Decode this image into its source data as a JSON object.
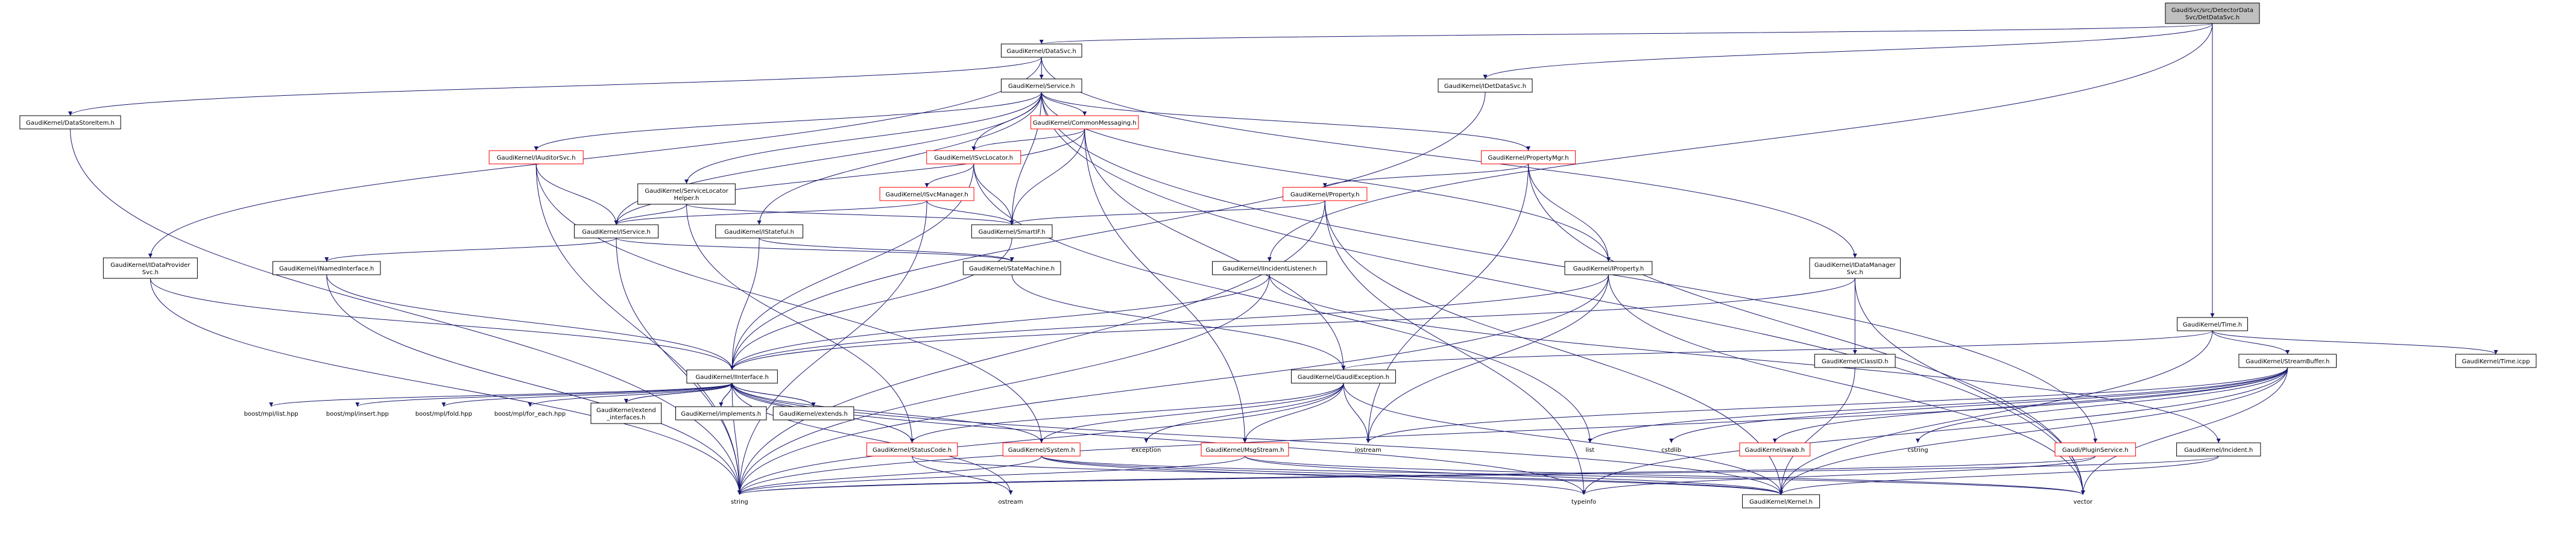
{
  "colors": {
    "edge": "#191970",
    "root_fill": "#bfbfbf",
    "missing_border": "#ff0000"
  },
  "nodes": [
    {
      "id": "root",
      "lines": [
        "GaudiSvc/src/DetectorData",
        "Svc/DetDataSvc.h"
      ],
      "style": "root"
    },
    {
      "id": "datasvc",
      "lines": [
        "GaudiKernel/DataSvc.h"
      ],
      "style": "normal"
    },
    {
      "id": "idetdatasvc",
      "lines": [
        "GaudiKernel/IDetDataSvc.h"
      ],
      "style": "normal"
    },
    {
      "id": "time",
      "lines": [
        "GaudiKernel/Time.h"
      ],
      "style": "normal"
    },
    {
      "id": "datastoreitem",
      "lines": [
        "GaudiKernel/DataStoreItem.h"
      ],
      "style": "normal"
    },
    {
      "id": "service",
      "lines": [
        "GaudiKernel/Service.h"
      ],
      "style": "normal"
    },
    {
      "id": "commonmsg",
      "lines": [
        "GaudiKernel/CommonMessaging.h"
      ],
      "style": "red"
    },
    {
      "id": "isvclocator",
      "lines": [
        "GaudiKernel/ISvcLocator.h"
      ],
      "style": "red"
    },
    {
      "id": "propertymgr",
      "lines": [
        "GaudiKernel/PropertyMgr.h"
      ],
      "style": "red"
    },
    {
      "id": "iauditorsvc",
      "lines": [
        "GaudiKernel/IAuditorSvc.h"
      ],
      "style": "red"
    },
    {
      "id": "svclocatorhelper",
      "lines": [
        "GaudiKernel/ServiceLocator",
        "Helper.h"
      ],
      "style": "normal"
    },
    {
      "id": "isvcmanager",
      "lines": [
        "GaudiKernel/ISvcManager.h"
      ],
      "style": "red"
    },
    {
      "id": "property",
      "lines": [
        "GaudiKernel/Property.h"
      ],
      "style": "red"
    },
    {
      "id": "smartif",
      "lines": [
        "GaudiKernel/SmartIF.h"
      ],
      "style": "normal"
    },
    {
      "id": "iservice",
      "lines": [
        "GaudiKernel/IService.h"
      ],
      "style": "normal"
    },
    {
      "id": "istateful",
      "lines": [
        "GaudiKernel/IStateful.h"
      ],
      "style": "normal"
    },
    {
      "id": "idataprovider",
      "lines": [
        "GaudiKernel/IDataProvider",
        "Svc.h"
      ],
      "style": "normal"
    },
    {
      "id": "inamedinterface",
      "lines": [
        "GaudiKernel/INamedInterface.h"
      ],
      "style": "normal"
    },
    {
      "id": "statemachine",
      "lines": [
        "GaudiKernel/StateMachine.h"
      ],
      "style": "normal"
    },
    {
      "id": "iincidentlistener",
      "lines": [
        "GaudiKernel/IIncidentListener.h"
      ],
      "style": "normal"
    },
    {
      "id": "iproperty",
      "lines": [
        "GaudiKernel/IProperty.h"
      ],
      "style": "normal"
    },
    {
      "id": "idatamanager",
      "lines": [
        "GaudiKernel/IDataManager",
        "Svc.h"
      ],
      "style": "normal"
    },
    {
      "id": "streambuffer",
      "lines": [
        "GaudiKernel/StreamBuffer.h"
      ],
      "style": "normal"
    },
    {
      "id": "timeicpp",
      "lines": [
        "GaudiKernel/Time.icpp"
      ],
      "style": "normal"
    },
    {
      "id": "classid",
      "lines": [
        "GaudiKernel/ClassID.h"
      ],
      "style": "normal"
    },
    {
      "id": "iinterface",
      "lines": [
        "GaudiKernel/IInterface.h"
      ],
      "style": "normal"
    },
    {
      "id": "gaudiexception",
      "lines": [
        "GaudiKernel/GaudiException.h"
      ],
      "style": "normal"
    },
    {
      "id": "boost_list",
      "lines": [
        "boost/mpl/list.hpp"
      ],
      "style": "plain"
    },
    {
      "id": "boost_insert",
      "lines": [
        "boost/mpl/insert.hpp"
      ],
      "style": "plain"
    },
    {
      "id": "boost_fold",
      "lines": [
        "boost/mpl/fold.hpp"
      ],
      "style": "plain"
    },
    {
      "id": "boost_foreach",
      "lines": [
        "boost/mpl/for_each.hpp"
      ],
      "style": "plain"
    },
    {
      "id": "extend_interfaces",
      "lines": [
        "GaudiKernel/extend",
        "_interfaces.h"
      ],
      "style": "normal"
    },
    {
      "id": "implements",
      "lines": [
        "GaudiKernel/implements.h"
      ],
      "style": "normal"
    },
    {
      "id": "extends",
      "lines": [
        "GaudiKernel/extends.h"
      ],
      "style": "normal"
    },
    {
      "id": "statuscode",
      "lines": [
        "GaudiKernel/StatusCode.h"
      ],
      "style": "red"
    },
    {
      "id": "system",
      "lines": [
        "GaudiKernel/System.h"
      ],
      "style": "red"
    },
    {
      "id": "exception",
      "lines": [
        "exception"
      ],
      "style": "plain"
    },
    {
      "id": "msgstream",
      "lines": [
        "GaudiKernel/MsgStream.h"
      ],
      "style": "red"
    },
    {
      "id": "iostream",
      "lines": [
        "iostream"
      ],
      "style": "plain"
    },
    {
      "id": "list",
      "lines": [
        "list"
      ],
      "style": "plain"
    },
    {
      "id": "cstdlib",
      "lines": [
        "cstdlib"
      ],
      "style": "plain"
    },
    {
      "id": "swab",
      "lines": [
        "GaudiKernel/swab.h"
      ],
      "style": "red"
    },
    {
      "id": "cstring",
      "lines": [
        "cstring"
      ],
      "style": "plain"
    },
    {
      "id": "pluginservice",
      "lines": [
        "Gaudi/PluginService.h"
      ],
      "style": "red"
    },
    {
      "id": "incident",
      "lines": [
        "GaudiKernel/Incident.h"
      ],
      "style": "normal"
    },
    {
      "id": "string",
      "lines": [
        "string"
      ],
      "style": "plain"
    },
    {
      "id": "ostream",
      "lines": [
        "ostream"
      ],
      "style": "plain"
    },
    {
      "id": "typeinfo",
      "lines": [
        "typeinfo"
      ],
      "style": "plain"
    },
    {
      "id": "kernel",
      "lines": [
        "GaudiKernel/Kernel.h"
      ],
      "style": "normal"
    },
    {
      "id": "vector",
      "lines": [
        "vector"
      ],
      "style": "plain"
    }
  ],
  "edges": [
    [
      "root",
      "datasvc"
    ],
    [
      "root",
      "idetdatasvc"
    ],
    [
      "root",
      "time"
    ],
    [
      "root",
      "iincidentlistener"
    ],
    [
      "datasvc",
      "datastoreitem"
    ],
    [
      "datasvc",
      "service"
    ],
    [
      "datasvc",
      "idataprovider"
    ],
    [
      "datasvc",
      "idatamanager"
    ],
    [
      "idetdatasvc",
      "iinterface"
    ],
    [
      "time",
      "streambuffer"
    ],
    [
      "time",
      "timeicpp"
    ],
    [
      "time",
      "gaudiexception"
    ],
    [
      "time",
      "kernel"
    ],
    [
      "datastoreitem",
      "string"
    ],
    [
      "service",
      "commonmsg"
    ],
    [
      "service",
      "isvclocator"
    ],
    [
      "service",
      "propertymgr"
    ],
    [
      "service",
      "iauditorsvc"
    ],
    [
      "service",
      "svclocatorhelper"
    ],
    [
      "service",
      "smartif"
    ],
    [
      "service",
      "iservice"
    ],
    [
      "service",
      "istateful"
    ],
    [
      "service",
      "iproperty"
    ],
    [
      "service",
      "pluginservice"
    ],
    [
      "service",
      "vector"
    ],
    [
      "commonmsg",
      "isvclocator"
    ],
    [
      "commonmsg",
      "iservice"
    ],
    [
      "commonmsg",
      "smartif"
    ],
    [
      "commonmsg",
      "msgstream"
    ],
    [
      "commonmsg",
      "gaudiexception"
    ],
    [
      "isvclocator",
      "isvcmanager"
    ],
    [
      "isvclocator",
      "iinterface"
    ],
    [
      "isvclocator",
      "smartif"
    ],
    [
      "isvclocator",
      "list"
    ],
    [
      "propertymgr",
      "property"
    ],
    [
      "propertymgr",
      "iproperty"
    ],
    [
      "propertymgr",
      "iostream"
    ],
    [
      "propertymgr",
      "vector"
    ],
    [
      "iauditorsvc",
      "iservice"
    ],
    [
      "iauditorsvc",
      "system"
    ],
    [
      "iauditorsvc",
      "string"
    ],
    [
      "svclocatorhelper",
      "iservice"
    ],
    [
      "svclocatorhelper",
      "smartif"
    ],
    [
      "svclocatorhelper",
      "statuscode"
    ],
    [
      "isvcmanager",
      "iservice"
    ],
    [
      "isvcmanager",
      "smartif"
    ],
    [
      "isvcmanager",
      "string"
    ],
    [
      "property",
      "smartif"
    ],
    [
      "property",
      "string"
    ],
    [
      "property",
      "kernel"
    ],
    [
      "property",
      "typeinfo"
    ],
    [
      "smartif",
      "iinterface"
    ],
    [
      "iservice",
      "inamedinterface"
    ],
    [
      "iservice",
      "statemachine"
    ],
    [
      "iservice",
      "string"
    ],
    [
      "istateful",
      "iinterface"
    ],
    [
      "istateful",
      "statemachine"
    ],
    [
      "idataprovider",
      "iinterface"
    ],
    [
      "idataprovider",
      "string"
    ],
    [
      "inamedinterface",
      "iinterface"
    ],
    [
      "inamedinterface",
      "string"
    ],
    [
      "statemachine",
      "gaudiexception"
    ],
    [
      "iincidentlistener",
      "iinterface"
    ],
    [
      "iincidentlistener",
      "incident"
    ],
    [
      "iincidentlistener",
      "string"
    ],
    [
      "iproperty",
      "iinterface"
    ],
    [
      "iproperty",
      "string"
    ],
    [
      "iproperty",
      "iostream"
    ],
    [
      "iproperty",
      "vector"
    ],
    [
      "idatamanager",
      "iinterface"
    ],
    [
      "idatamanager",
      "classid"
    ],
    [
      "idatamanager",
      "vector"
    ],
    [
      "classid",
      "kernel"
    ],
    [
      "streambuffer",
      "iostream"
    ],
    [
      "streambuffer",
      "list"
    ],
    [
      "streambuffer",
      "cstdlib"
    ],
    [
      "streambuffer",
      "swab"
    ],
    [
      "streambuffer",
      "cstring"
    ],
    [
      "streambuffer",
      "string"
    ],
    [
      "streambuffer",
      "vector"
    ],
    [
      "streambuffer",
      "kernel"
    ],
    [
      "streambuffer",
      "typeinfo"
    ],
    [
      "iinterface",
      "boost_list"
    ],
    [
      "iinterface",
      "boost_insert"
    ],
    [
      "iinterface",
      "boost_fold"
    ],
    [
      "iinterface",
      "boost_foreach"
    ],
    [
      "iinterface",
      "extend_interfaces"
    ],
    [
      "iinterface",
      "implements"
    ],
    [
      "iinterface",
      "extends"
    ],
    [
      "iinterface",
      "statuscode"
    ],
    [
      "iinterface",
      "system"
    ],
    [
      "iinterface",
      "kernel"
    ],
    [
      "iinterface",
      "string"
    ],
    [
      "iinterface",
      "typeinfo"
    ],
    [
      "iinterface",
      "ostream"
    ],
    [
      "extend_interfaces",
      "iinterface"
    ],
    [
      "implements",
      "iinterface"
    ],
    [
      "extends",
      "iinterface"
    ],
    [
      "gaudiexception",
      "statuscode"
    ],
    [
      "gaudiexception",
      "system"
    ],
    [
      "gaudiexception",
      "exception"
    ],
    [
      "gaudiexception",
      "msgstream"
    ],
    [
      "gaudiexception",
      "iostream"
    ],
    [
      "gaudiexception",
      "kernel"
    ],
    [
      "gaudiexception",
      "string"
    ],
    [
      "statuscode",
      "kernel"
    ],
    [
      "statuscode",
      "ostream"
    ],
    [
      "system",
      "kernel"
    ],
    [
      "system",
      "string"
    ],
    [
      "system",
      "vector"
    ],
    [
      "system",
      "typeinfo"
    ],
    [
      "msgstream",
      "kernel"
    ],
    [
      "msgstream",
      "string"
    ],
    [
      "msgstream",
      "vector"
    ],
    [
      "pluginservice",
      "string"
    ],
    [
      "pluginservice",
      "typeinfo"
    ],
    [
      "incident",
      "string"
    ],
    [
      "incident",
      "kernel"
    ]
  ]
}
